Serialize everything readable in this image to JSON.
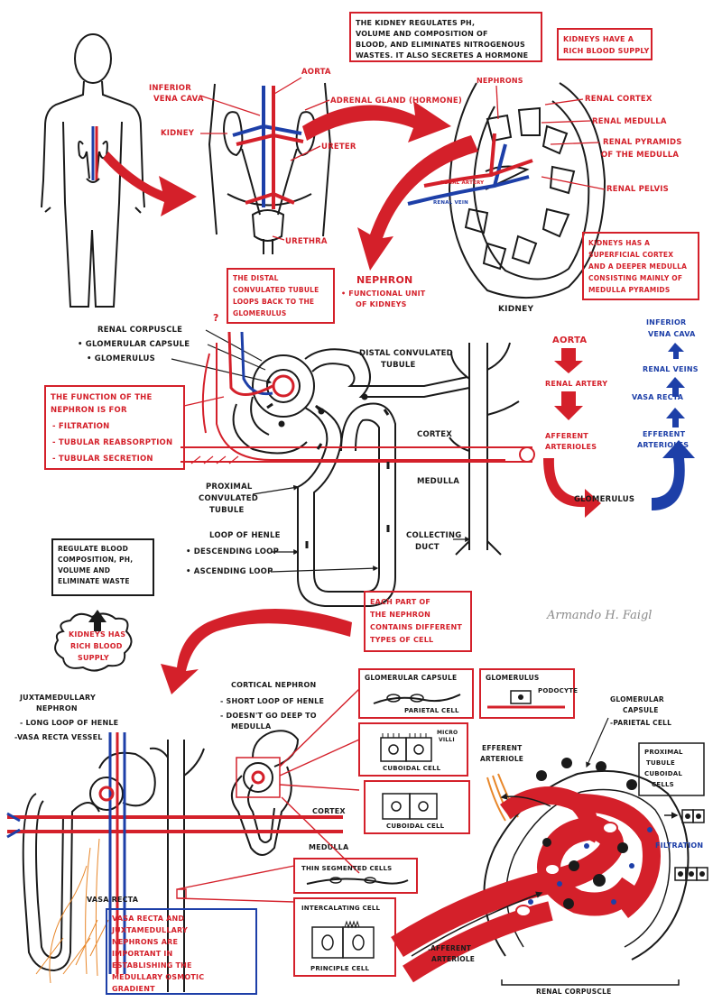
{
  "colors": {
    "ink": "#1a1a1a",
    "red": "#d4202a",
    "blue": "#1d3fa8",
    "orange": "#e8872a",
    "paper": "#ffffff"
  },
  "top_note": [
    "THE KIDNEY REGULATES pH,",
    "VOLUME AND COMPOSITION OF",
    "BLOOD, AND ELIMINATES NITROGENOUS",
    "WASTES. IT ALSO SECRETES A HORMONE"
  ],
  "blood_supply_note": [
    "KIDNEYS HAVE A",
    "RICH BLOOD SUPPLY"
  ],
  "urinary": {
    "inferior_vena_cava": [
      "INFERIOR",
      "VENA CAVA"
    ],
    "aorta": "AORTA",
    "adrenal_gland": "ADRENAL GLAND (HORMONE)",
    "kidney": "KIDNEY",
    "ureter": "URETER",
    "urethra": "URETHRA"
  },
  "kidney_section": {
    "nephrons": "NEPHRONS",
    "renal_cortex": "RENAL CORTEX",
    "renal_medulla": "RENAL MEDULLA",
    "renal_pyramids": [
      "RENAL PYRAMIDS",
      "OF THE MEDULLA"
    ],
    "renal_pelvis": "RENAL PELVIS",
    "renal_artery": "RENAL ARTERY",
    "renal_vein": "RENAL VEIN",
    "caption": "KIDNEY",
    "cortex_note": [
      "KIDNEYS HAS A",
      "SUPERFICIAL CORTEX",
      "AND A DEEPER MEDULLA",
      "CONSISTING MAINLY OF",
      "MEDULLA PYRAMIDS"
    ]
  },
  "distal_note": [
    "THE DISTAL",
    "CONVULATED TUBULE",
    "LOOPS BACK TO THE",
    "GLOMERULUS"
  ],
  "nephron_title": "NEPHRON",
  "nephron_sub": [
    "• FUNCTIONAL UNIT",
    "OF KIDNEYS"
  ],
  "nephron_labels": {
    "renal_corpuscle": "RENAL CORPUSCLE",
    "glomerular_capsule": "• GLOMERULAR CAPSULE",
    "glomerulus": "• GLOMERULUS",
    "distal_tubule": [
      "DISTAL CONVULATED",
      "TUBULE"
    ],
    "cortex": "CORTEX",
    "medulla": "MEDULLA",
    "proximal_tubule": [
      "PROXIMAL",
      "CONVULATED",
      "TUBULE"
    ],
    "loop_of_henle": "LOOP OF HENLE",
    "descending_loop": "• DESCENDING LOOP",
    "ascending_loop": "• ASCENDING LOOP",
    "collecting_duct": [
      "COLLECTING",
      "DUCT"
    ],
    "question_mark": "?"
  },
  "function_box": [
    "THE FUNCTION OF THE",
    "NEPHRON IS FOR",
    "- FILTRATION",
    "- TUBULAR REABSORPTION",
    "- TUBULAR SECRETION"
  ],
  "flow": {
    "aorta": "AORTA",
    "renal_artery": "RENAL ARTERY",
    "afferent": [
      "AFFERENT",
      "ARTERIOLES"
    ],
    "inferior_vena_cava": [
      "INFERIOR",
      "VENA CAVA"
    ],
    "renal_veins": "RENAL VEINS",
    "vasa_recta": "VASA RECTA",
    "efferent": [
      "EFFERENT",
      "ARTERIOLES"
    ],
    "glomerulus": "GLOMERULUS"
  },
  "regulate_note": [
    "REGULATE BLOOD",
    "COMPOSITION, pH,",
    "VOLUME AND",
    "ELIMINATE WASTE"
  ],
  "rich_blood_cloud": [
    "KIDNEYS HAS",
    "RICH BLOOD",
    "SUPPLY"
  ],
  "cell_note": [
    "EACH PART OF",
    "THE NEPHRON",
    "CONTAINS DIFFERENT",
    "TYPES OF CELL"
  ],
  "signature": "Armando H. Faigl",
  "bottom": {
    "juxta_title": [
      "JUXTAMEDULLARY",
      "NEPHRON"
    ],
    "long_loop": "- LONG LOOP OF HENLE",
    "vasa_recta_vessel": "-VASA RECTA VESSEL",
    "cortical_title": "CORTICAL NEPHRON",
    "short_loop": "- SHORT LOOP OF HENLE",
    "not_deep": [
      "- DOESN'T GO DEEP TO",
      "MEDULLA"
    ],
    "cortex": "CORTEX",
    "medulla": "MEDULLA",
    "vasa_recta": "VASA RECTA",
    "vasa_recta_note": [
      "VASA RECTA AND",
      "JUXTAMEDULLARY",
      "NEPHRONS ARE",
      "IMPORTANT IN",
      "ESTABLISHING THE",
      "MEDULLARY OSMOTIC",
      "GRADIENT"
    ]
  },
  "cells": {
    "glomerular_capsule": "GLOMERULAR CAPSULE",
    "parietal_cell": "PARIETAL CELL",
    "micro_villi": [
      "MICRO",
      "VILLI"
    ],
    "cuboidal_cell_1": "CUBOIDAL CELL",
    "cuboidal_cell_2": "CUBOIDAL CELL",
    "thin_segmented": "THIN SEGMENTED CELLS",
    "intercalating": "INTERCALATING CELL",
    "principle": "PRINCIPLE CELL",
    "glomerulus": "GLOMERULUS",
    "podocyte": "PODOCYTE"
  },
  "corpuscle": {
    "efferent": [
      "EFFERENT",
      "ARTERIOLE"
    ],
    "glomerular_capsule": [
      "GLOMERULAR",
      "CAPSULE",
      "-PARIETAL CELL"
    ],
    "proximal_tubule": [
      "PROXIMAL",
      "TUBULE",
      "CUBOIDAL",
      "CELLS"
    ],
    "filtration": "FILTRATION",
    "afferent": [
      ".AFFERENT",
      "ARTERIOLE"
    ],
    "renal_corpuscle": "RENAL CORPUSCLE"
  }
}
